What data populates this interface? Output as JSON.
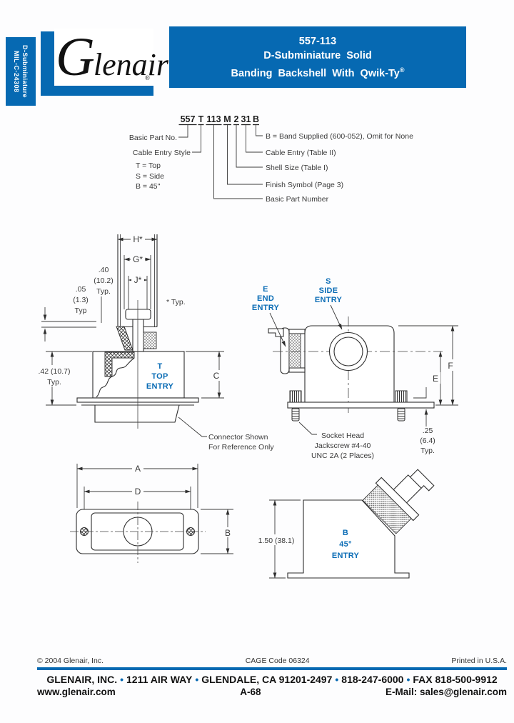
{
  "page": {
    "side_tab": {
      "spec": "MIL-C-24308",
      "family": "D-Subminiature"
    },
    "logo": {
      "initial": "G",
      "rest": "lenair",
      "reg": "®"
    },
    "header": {
      "part": "557-113",
      "line2": "D-Subminiature Solid",
      "line3": "Banding Backshell With Qwik-Ty",
      "reg": "®"
    }
  },
  "part_code": {
    "segments": [
      "557",
      "T",
      "113",
      "M",
      "2",
      "31",
      "B"
    ]
  },
  "breakdown": {
    "basic_part_no": "Basic Part No.",
    "cable_entry_style": "Cable Entry Style",
    "entry_options": [
      "T = Top",
      "S = Side",
      "B = 45\""
    ],
    "band": "B = Band Supplied (600-052), Omit for None",
    "cable_entry": "Cable Entry (Table II)",
    "shell_size": "Shell Size (Table I)",
    "finish": "Finish Symbol (Page 3)",
    "basic_part_number": "Basic Part Number"
  },
  "top_view": {
    "dim_h": "H*",
    "dim_g": "G*",
    "dim_j": "J*",
    "dim_40": ".40",
    "dim_40_mm": "(10.2)",
    "dim_40_typ": "Typ.",
    "dim_05": ".05",
    "dim_05_mm": "(1.3)",
    "dim_05_typ": "Typ",
    "star_typ": "* Typ.",
    "dim_42": ".42 (10.7)",
    "dim_42_typ": "Typ.",
    "dim_c": "C",
    "entry1": "T",
    "entry2": "TOP",
    "entry3": "ENTRY",
    "note1": "Connector Shown",
    "note2": "For Reference Only"
  },
  "side_view": {
    "end1": "E",
    "end2": "END",
    "end3": "ENTRY",
    "side1": "S",
    "side2": "SIDE",
    "side3": "ENTRY",
    "dim_e": "E",
    "dim_f": "F",
    "dim_25": ".25",
    "dim_25_mm": "(6.4)",
    "dim_25_typ": "Typ.",
    "screw1": "Socket Head",
    "screw2": "Jackscrew #4-40",
    "screw3": "UNC 2A (2 Places)"
  },
  "front_view": {
    "dim_a": "A",
    "dim_d": "D",
    "dim_b": "B"
  },
  "angle_view": {
    "dim_150": "1.50 (38.1)",
    "entry1": "B",
    "entry2": "45°",
    "entry3": "ENTRY"
  },
  "footer": {
    "copyright": "© 2004 Glenair, Inc.",
    "cage": "CAGE Code 06324",
    "printed": "Printed in U.S.A.",
    "address_parts": [
      "GLENAIR, INC.",
      "1211 AIR WAY",
      "GLENDALE, CA 91201-2497",
      "818-247-6000",
      "FAX 818-500-9912"
    ],
    "bullet": "•",
    "website": "www.glenair.com",
    "page_num": "A-68",
    "email": "E-Mail: sales@glenair.com"
  }
}
